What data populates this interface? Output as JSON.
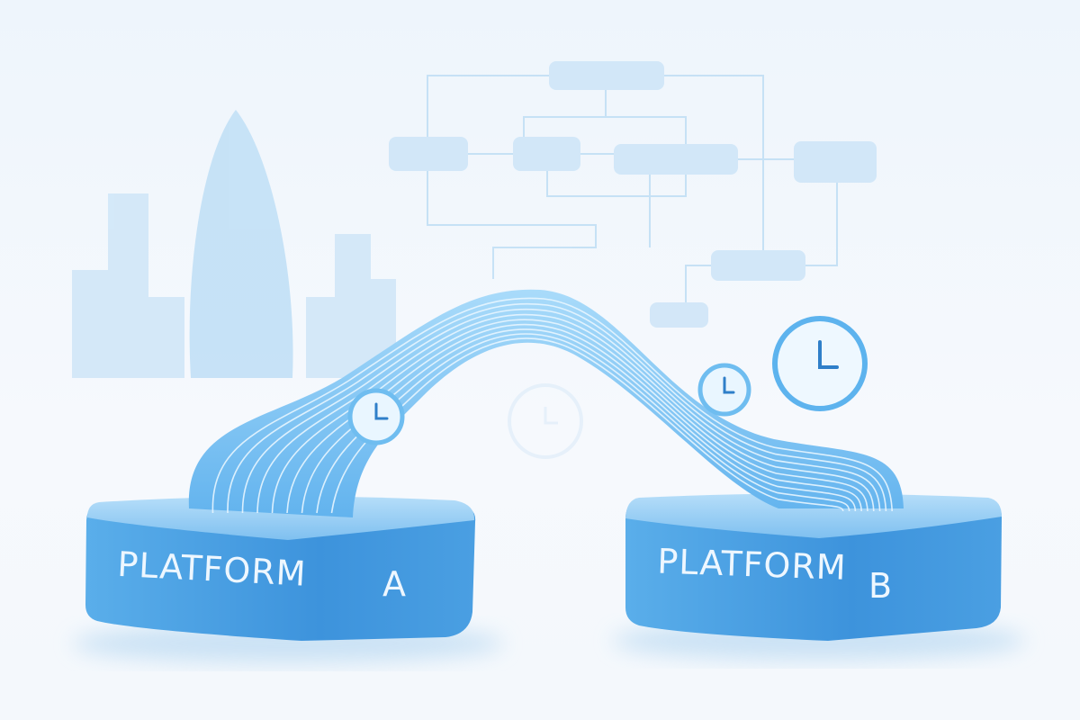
{
  "platform_a": {
    "word": "PLATFORM",
    "letter": "A"
  },
  "platform_b": {
    "word": "PLATFORM",
    "letter": "B"
  },
  "colors": {
    "background": "#f3f8fd",
    "platform_front": "#4a9fe2",
    "platform_top": "#8fcaf5",
    "ribbon": "#7cc4f2",
    "flowchart": "#cfe6f8",
    "skyline": "#cde5f7"
  }
}
